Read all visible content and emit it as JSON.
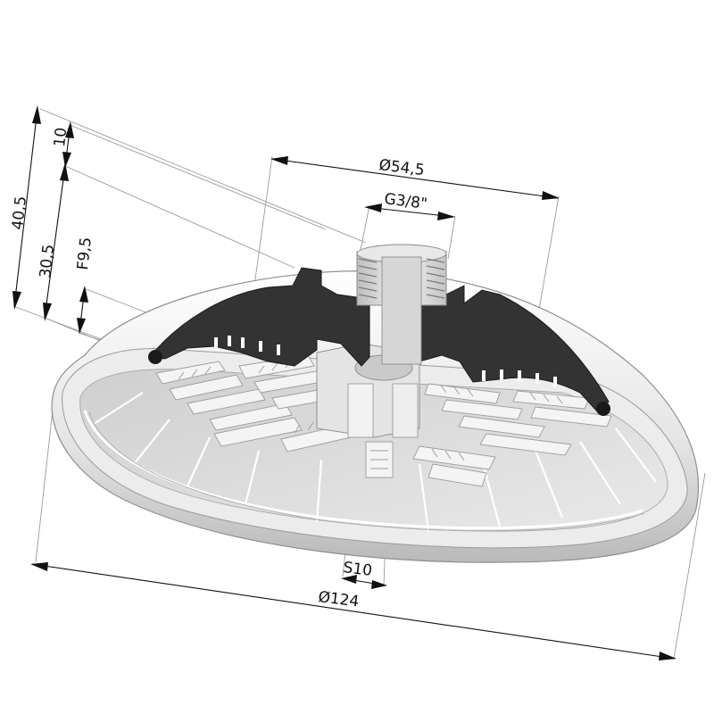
{
  "dimensions": {
    "height_total": "40,5",
    "height_body": "30,5",
    "height_lip": "10",
    "stroke": "F9,5",
    "flange_diameter": "Ø54,5",
    "thread": "G3/8\"",
    "width_key": "S10",
    "cup_diameter": "Ø124"
  },
  "colors": {
    "section_fill": "#333333",
    "cup_light": "#f0f0f0",
    "cup_mid": "#d8d8d8",
    "cup_shadow": "#a9a9a9",
    "line": "#111111"
  }
}
